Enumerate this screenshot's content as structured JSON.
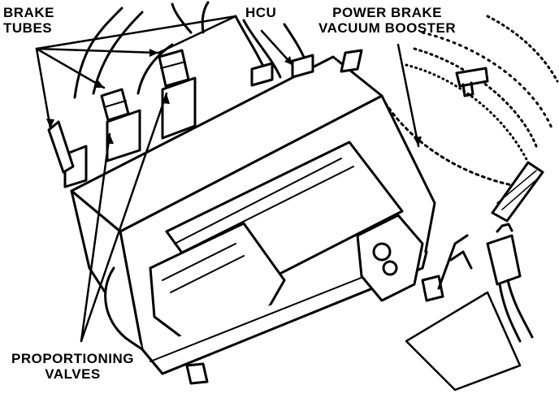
{
  "labels": {
    "brake_tubes": [
      "BRAKE",
      "TUBES"
    ],
    "hcu": "HCU",
    "booster": [
      "POWER BRAKE",
      "VACUUM BOOSTER"
    ],
    "valves": [
      "PROPORTIONING",
      "VALVES"
    ]
  },
  "colors": {
    "ink": "#000000",
    "paper": "#ffffff"
  }
}
